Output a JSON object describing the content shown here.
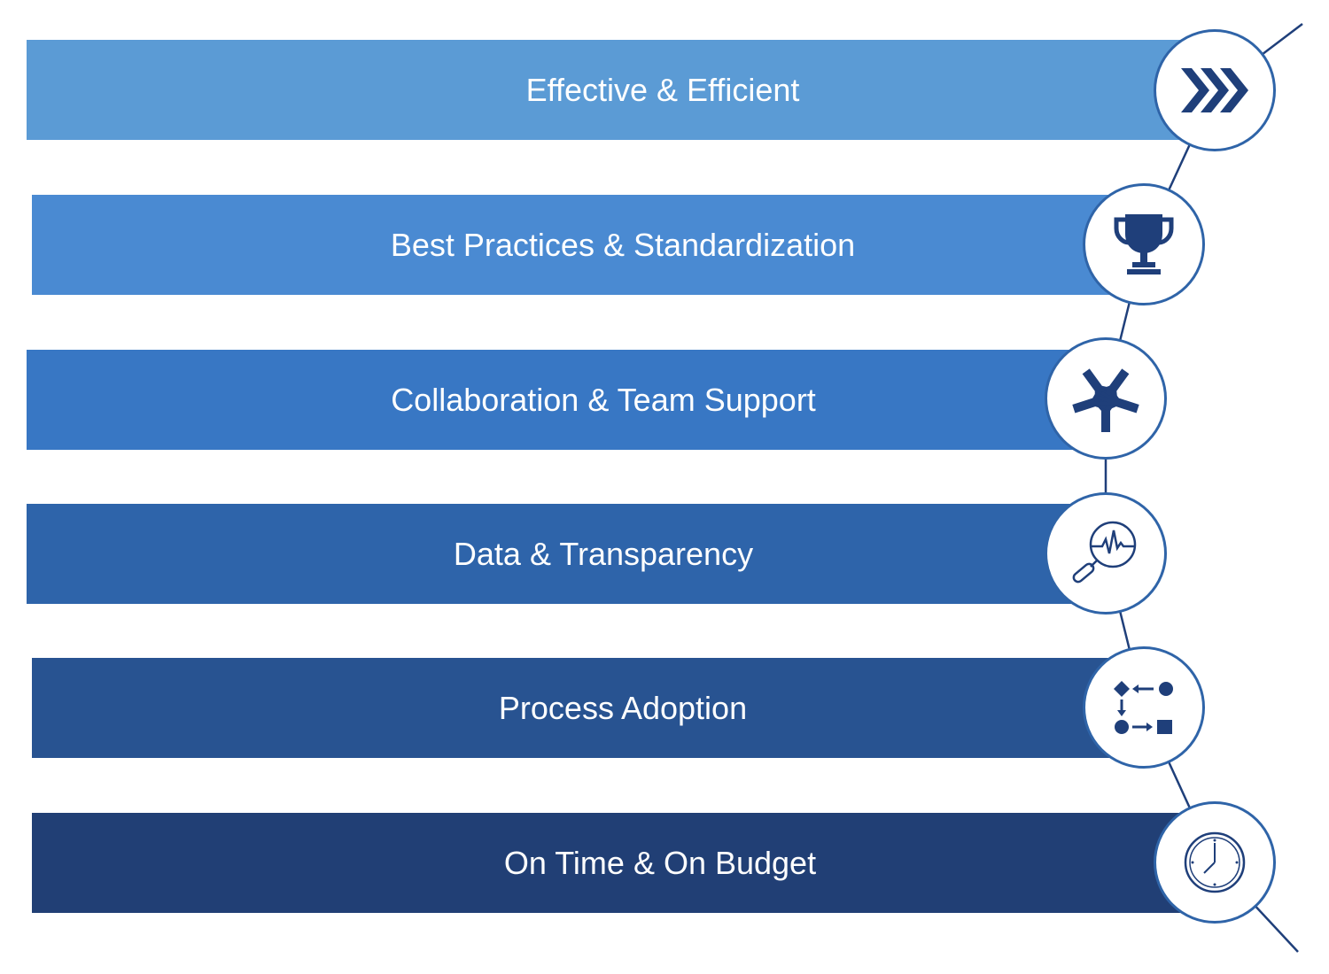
{
  "items": [
    {
      "label": "Effective & Efficient",
      "icon": "chevrons-right-icon",
      "color": "#5b9bd5"
    },
    {
      "label": "Best Practices & Standardization",
      "icon": "trophy-icon",
      "color": "#4a8ad2"
    },
    {
      "label": "Collaboration & Team Support",
      "icon": "hands-circle-icon",
      "color": "#3877c4"
    },
    {
      "label": "Data & Transparency",
      "icon": "magnifier-pulse-icon",
      "color": "#2e64aa"
    },
    {
      "label": "Process Adoption",
      "icon": "process-flow-icon",
      "color": "#285391"
    },
    {
      "label": "On Time & On Budget",
      "icon": "clock-icon",
      "color": "#213f75"
    }
  ],
  "icon_color": "#1f3f7a"
}
